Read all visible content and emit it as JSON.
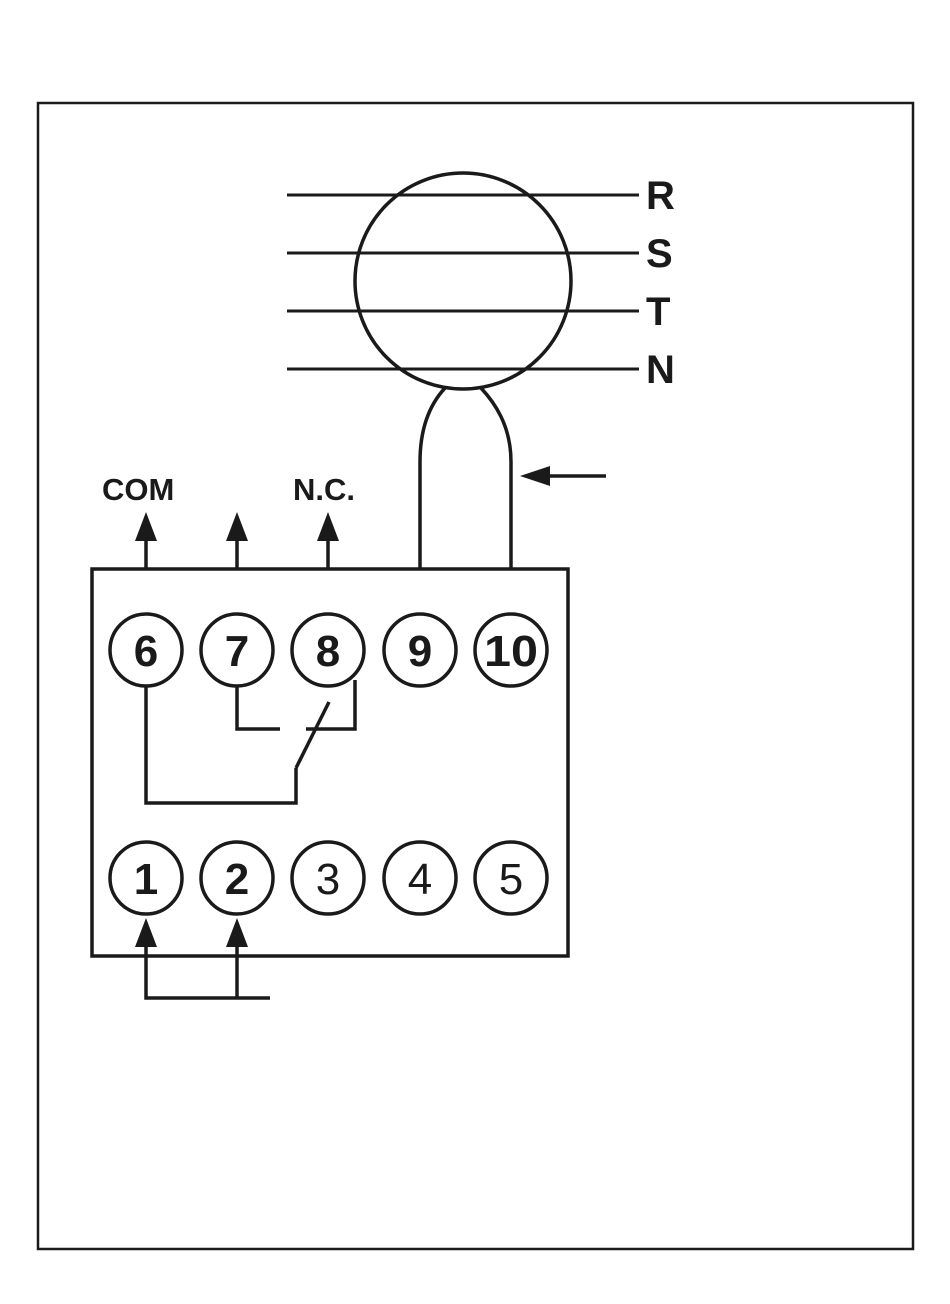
{
  "phases": [
    {
      "id": "R",
      "label": "R"
    },
    {
      "id": "S",
      "label": "S"
    },
    {
      "id": "T",
      "label": "T"
    },
    {
      "id": "N",
      "label": "N"
    }
  ],
  "relay_labels": {
    "com": "COM",
    "nc": "N.C."
  },
  "terminals": [
    {
      "id": "6",
      "label": "6",
      "weight": "bold"
    },
    {
      "id": "7",
      "label": "7",
      "weight": "bold"
    },
    {
      "id": "8",
      "label": "8",
      "weight": "bold"
    },
    {
      "id": "9",
      "label": "9",
      "weight": "bold"
    },
    {
      "id": "10",
      "label": "10",
      "weight": "bold"
    },
    {
      "id": "1",
      "label": "1",
      "weight": "bold"
    },
    {
      "id": "2",
      "label": "2",
      "weight": "bold"
    },
    {
      "id": "3",
      "label": "3",
      "weight": "normal"
    },
    {
      "id": "4",
      "label": "4",
      "weight": "normal"
    },
    {
      "id": "5",
      "label": "5",
      "weight": "normal"
    }
  ]
}
